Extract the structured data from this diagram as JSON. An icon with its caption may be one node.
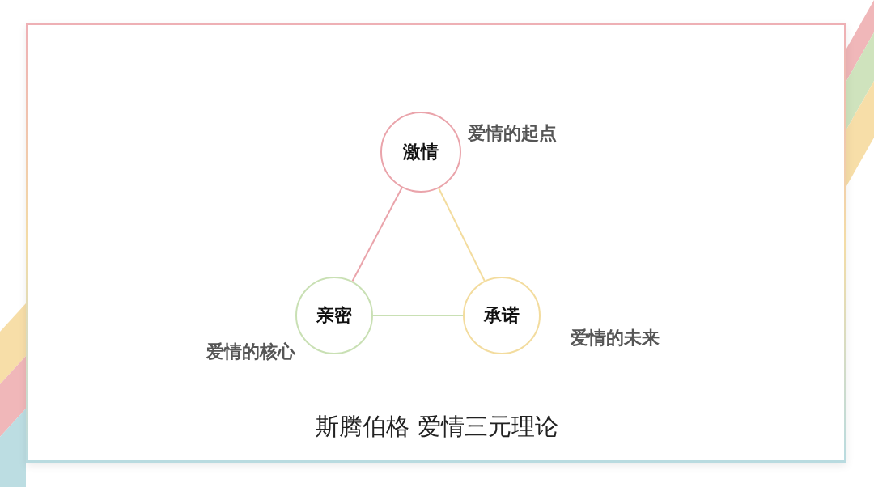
{
  "diagram": {
    "caption": "斯腾伯格 爱情三元理论",
    "nodes": [
      {
        "text": [
          "激情"
        ],
        "beside": [
          "爱情的起点"
        ]
      },
      {
        "text": [
          "亲密"
        ],
        "beside": [
          "爱情的核心"
        ]
      },
      {
        "text": [
          "承诺"
        ],
        "beside": [
          "爱情的未来"
        ]
      }
    ],
    "edges": [
      {
        "from": 0,
        "to": 1,
        "arrow": "none",
        "color": "#eaa4ab"
      },
      {
        "from": 0,
        "to": 2,
        "arrow": "none",
        "color": "#f3dc9e"
      },
      {
        "from": 1,
        "to": 2,
        "arrow": "none",
        "color": "#c9e0b4"
      }
    ]
  }
}
